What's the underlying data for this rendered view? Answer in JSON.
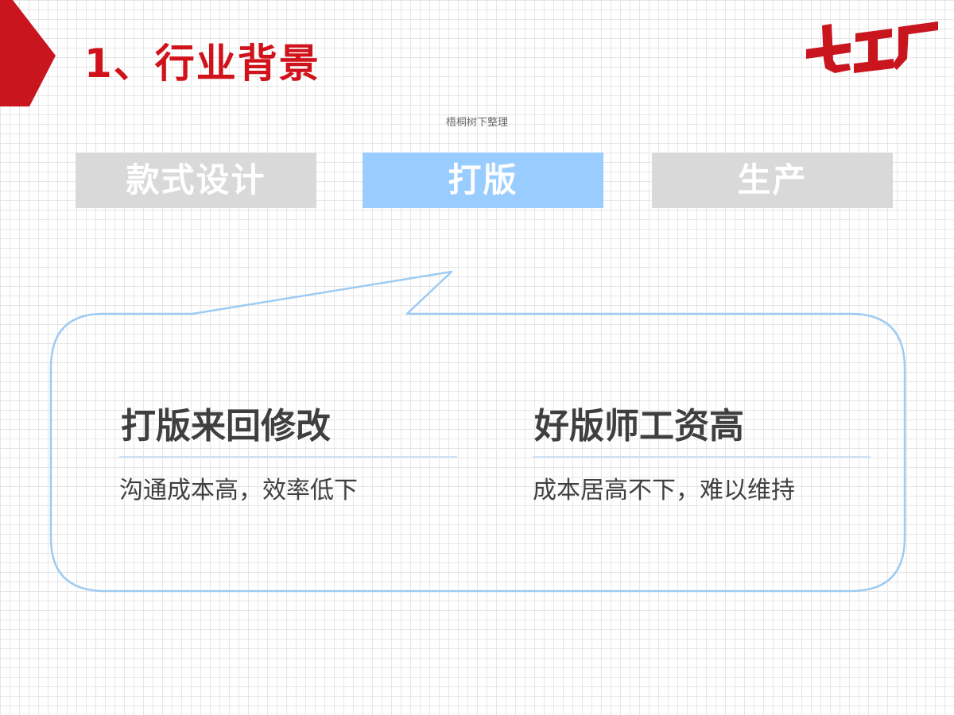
{
  "header": {
    "title": "1、行业背景",
    "logo_text": "七工厂",
    "brand_color": "#d0121b"
  },
  "subtitle": "梧桐树下整理",
  "stages": [
    {
      "label": "款式设计",
      "active": false
    },
    {
      "label": "打版",
      "active": true
    },
    {
      "label": "生产",
      "active": false
    }
  ],
  "colors": {
    "stage_inactive": "#d9d9d9",
    "stage_active": "#99ccff",
    "callout_border": "#9ecbf3"
  },
  "points": [
    {
      "heading": "打版来回修改",
      "text": "沟通成本高，效率低下"
    },
    {
      "heading": "好版师工资高",
      "text": "成本居高不下，难以维持"
    }
  ]
}
